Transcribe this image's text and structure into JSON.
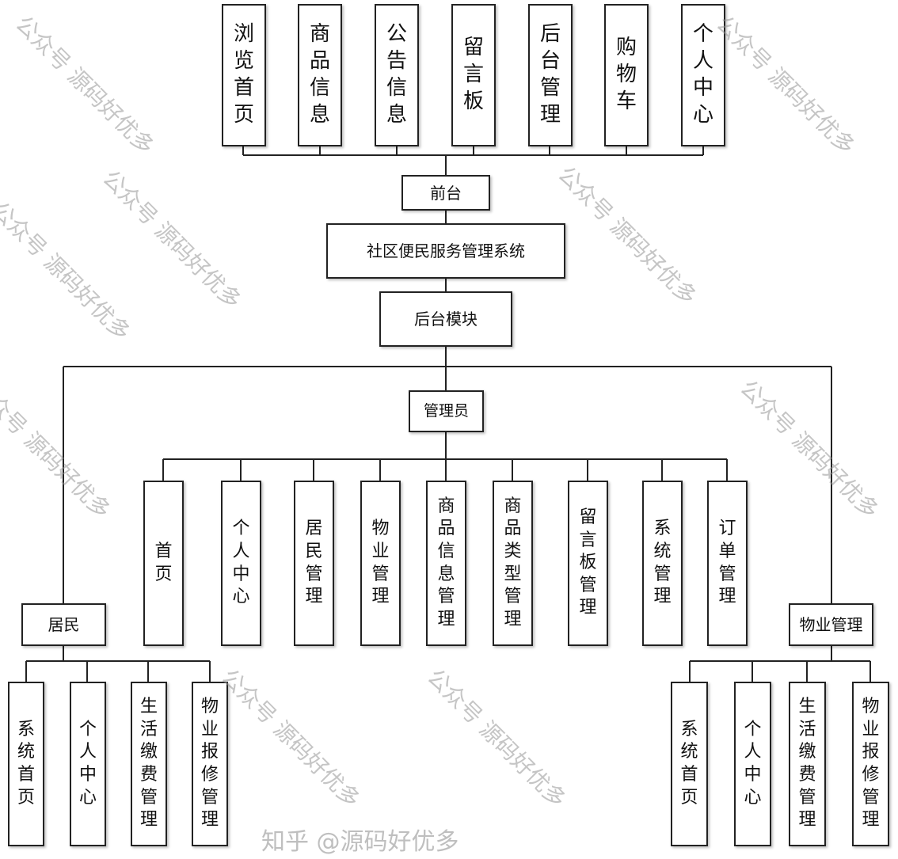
{
  "frontend": {
    "label": "前台",
    "items": [
      "浏览首页",
      "商品信息",
      "公告信息",
      "留言板",
      "后台管理",
      "购物车",
      "个人中心"
    ]
  },
  "system": {
    "label": "社区便民服务管理系统"
  },
  "backend": {
    "label": "后台模块"
  },
  "admin": {
    "label": "管理员",
    "items": [
      "首页",
      "个人中心",
      "居民管理",
      "物业管理",
      "商品信息管理",
      "商品类型管理",
      "留言板管理",
      "系统管理",
      "订单管理"
    ]
  },
  "resident": {
    "label": "居民",
    "items": [
      "系统首页",
      "个人中心",
      "生活缴费管理",
      "物业报修管理"
    ]
  },
  "property": {
    "label": "物业管理",
    "items": [
      "系统首页",
      "个人中心",
      "生活缴费管理",
      "物业报修管理"
    ]
  },
  "watermark": {
    "text": "公众号 源码好优多",
    "zhihu": "知乎 @源码好优多"
  }
}
